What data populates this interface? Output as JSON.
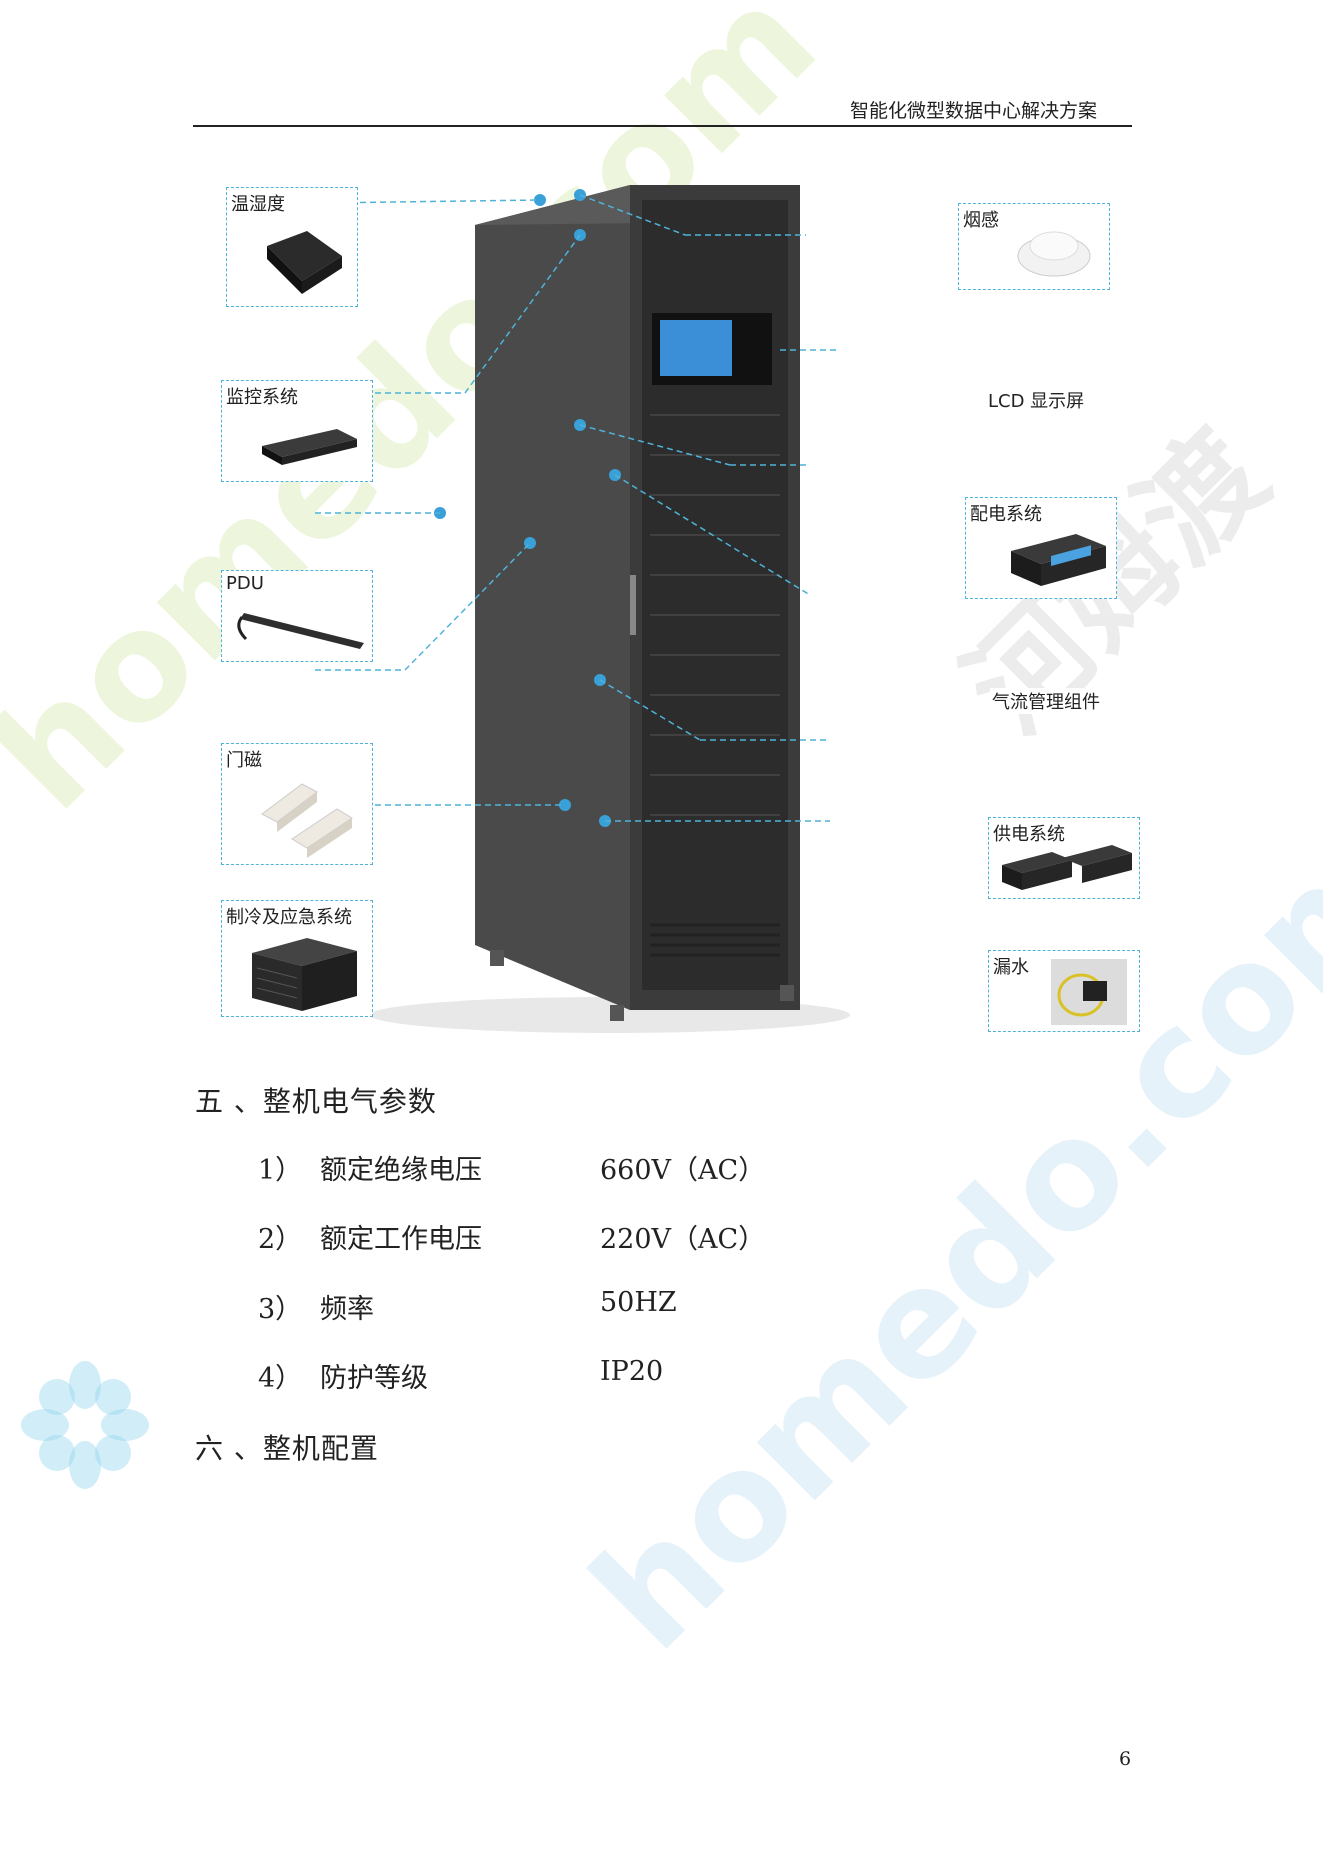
{
  "header": {
    "title": "智能化微型数据中心解决方案"
  },
  "figure": {
    "components": [
      {
        "key": "temp",
        "label": "温湿度",
        "icon": "temperature-humidity-sensor-icon"
      },
      {
        "key": "monitor",
        "label": "监控系统",
        "icon": "monitoring-unit-icon"
      },
      {
        "key": "pdu",
        "label": "PDU",
        "icon": "pdu-strip-icon"
      },
      {
        "key": "door",
        "label": "门磁",
        "icon": "door-magnetic-sensor-icon"
      },
      {
        "key": "cooling",
        "label": "制冷及应急系统",
        "icon": "cooling-unit-icon"
      },
      {
        "key": "smoke",
        "label": "烟感",
        "icon": "smoke-detector-icon"
      },
      {
        "key": "lcd",
        "label": "LCD 显示屏"
      },
      {
        "key": "power_dist",
        "label": "配电系统",
        "icon": "power-distribution-unit-icon"
      },
      {
        "key": "airflow",
        "label": "气流管理组件"
      },
      {
        "key": "power_supply",
        "label": "供电系统",
        "icon": "ups-unit-icon"
      },
      {
        "key": "leak",
        "label": "漏水",
        "icon": "water-leak-sensor-icon"
      }
    ]
  },
  "sections": [
    {
      "heading": "五 、整机电气参数"
    },
    {
      "heading": "六 、整机配置"
    }
  ],
  "params": [
    {
      "num": "1）",
      "name": "额定绝缘电压",
      "value": "660V（AC）"
    },
    {
      "num": "2）",
      "name": "额定工作电压",
      "value": "220V（AC）"
    },
    {
      "num": "3）",
      "name": "频率",
      "value": "50HZ"
    },
    {
      "num": "4）",
      "name": "防护等级",
      "value": "IP20"
    }
  ],
  "page_number": "6",
  "watermark": {
    "text_latin": "homedo.com",
    "text_cjk": "河姆渡",
    "color": "#e6f0d0"
  },
  "colors": {
    "callout_line": "#4fb3d9",
    "cabinet": "#3b3b3b"
  }
}
